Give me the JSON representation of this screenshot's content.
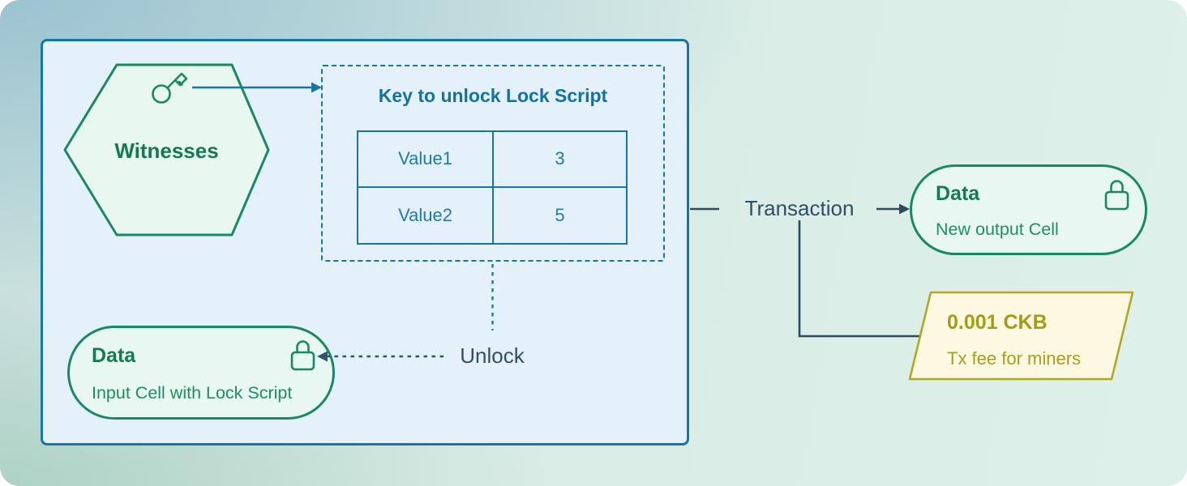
{
  "diagram": {
    "witnesses": {
      "label": "Witnesses"
    },
    "key_box": {
      "title": "Key to unlock Lock Script",
      "table": {
        "rows": [
          [
            "Value1",
            "3"
          ],
          [
            "Value2",
            "5"
          ]
        ]
      }
    },
    "unlock": {
      "label": "Unlock"
    },
    "input_cell": {
      "title": "Data",
      "subtitle": "Input Cell with Lock Script"
    },
    "transaction": {
      "label": "Transaction"
    },
    "output_cell": {
      "title": "Data",
      "subtitle": "New output Cell"
    },
    "fee": {
      "amount": "0.001 CKB",
      "note": "Tx fee for miners"
    },
    "icons": {
      "key": "key-icon",
      "input_lock": "lock-icon",
      "output_lock": "lock-icon"
    },
    "colors": {
      "blue": "#1577a2",
      "green_stroke": "#178a5f",
      "green_text": "#147a53",
      "slate": "#2f4f66",
      "olive_border": "#b3a722",
      "olive_text": "#a59b15",
      "container_fill": "#e4f1fb",
      "cell_fill": "#e9f7f2",
      "fee_fill": "#fcf8e2"
    }
  }
}
